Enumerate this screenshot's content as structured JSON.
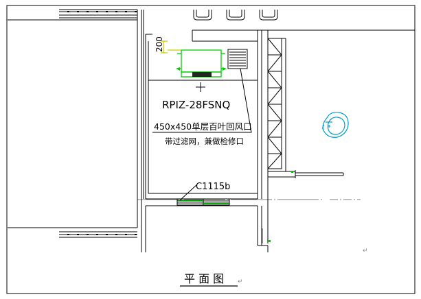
{
  "drawing": {
    "dimension_label": "200",
    "unit_label": "RPIZ-28FSNQ",
    "louver_label": "450x450单层百叶回风口",
    "filter_label": "带过滤网，兼做检修口",
    "door_label": "C1115b",
    "title": "平 面 图",
    "colors": {
      "line": "#000000",
      "unit": "#00cc00",
      "dimension": "#cccc00",
      "symbol": "#00a0c8",
      "cursor": "#000000"
    }
  }
}
